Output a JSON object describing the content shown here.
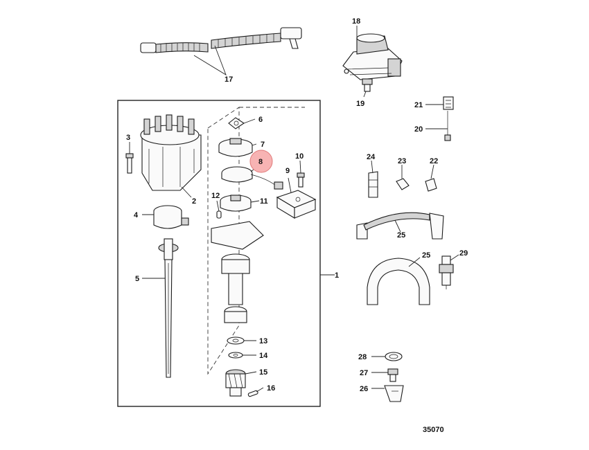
{
  "diagram": {
    "document_number": "35070",
    "highlighted_callout": "8",
    "highlight_color": "#f7b3b3",
    "callouts": {
      "c1": "1",
      "c2": "2",
      "c3": "3",
      "c4": "4",
      "c5": "5",
      "c6": "6",
      "c7": "7",
      "c8": "8",
      "c9": "9",
      "c10": "10",
      "c11": "11",
      "c12": "12",
      "c13": "13",
      "c14": "14",
      "c15": "15",
      "c16": "16",
      "c17": "17",
      "c18": "18",
      "c19": "19",
      "c20": "20",
      "c21": "21",
      "c22": "22",
      "c23": "23",
      "c24": "24",
      "c25a": "25",
      "c25b": "25",
      "c26": "26",
      "c27": "27",
      "c28": "28",
      "c29": "29"
    }
  }
}
